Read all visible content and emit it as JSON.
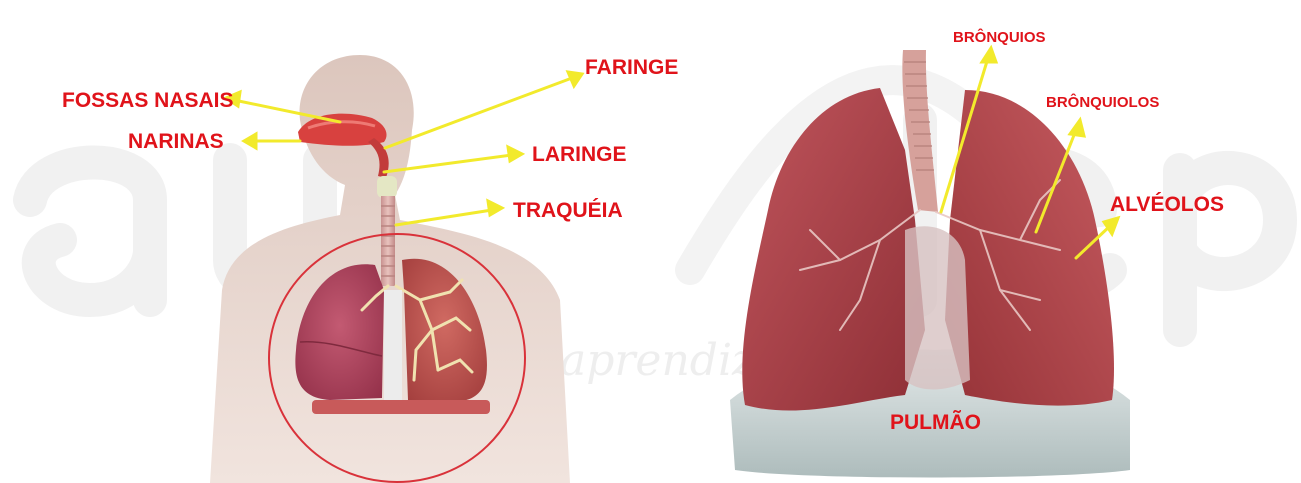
{
  "diagram_left": {
    "labels": {
      "fossas_nasais": "FOSSAS NASAIS",
      "narinas": "NARINAS",
      "faringe": "FARINGE",
      "laringe": "LARINGE",
      "traqueia": "TRAQUÉIA"
    }
  },
  "diagram_right": {
    "labels": {
      "bronquios": "BRÔNQUIOS",
      "bronquiolos": "BRÔNQUIOLOS",
      "alveolos": "ALVÉOLOS",
      "pulmao": "PULMÃO"
    }
  },
  "watermark": {
    "tagline": "aprendizagem"
  },
  "colors": {
    "label_red": "#e0131a",
    "arrow_yellow": "#f2ea2c",
    "lung_left": "#b4495f",
    "lung_right": "#b85259",
    "circle_red": "#d9323a"
  }
}
